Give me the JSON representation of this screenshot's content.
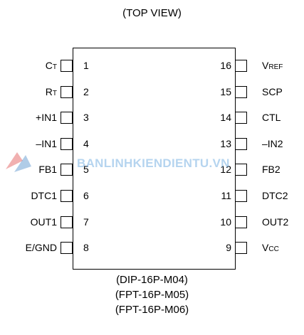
{
  "header": {
    "view": "(TOP VIEW)"
  },
  "pins_left": [
    {
      "num": "1",
      "name": "C",
      "sub": "T"
    },
    {
      "num": "2",
      "name": "R",
      "sub": "T"
    },
    {
      "num": "3",
      "name": "+IN1",
      "sub": ""
    },
    {
      "num": "4",
      "name": "–IN1",
      "sub": ""
    },
    {
      "num": "5",
      "name": "FB1",
      "sub": ""
    },
    {
      "num": "6",
      "name": "DTC1",
      "sub": ""
    },
    {
      "num": "7",
      "name": "OUT1",
      "sub": ""
    },
    {
      "num": "8",
      "name": "E/GND",
      "sub": ""
    }
  ],
  "pins_right": [
    {
      "num": "16",
      "name": "V",
      "sub": "REF"
    },
    {
      "num": "15",
      "name": "SCP",
      "sub": ""
    },
    {
      "num": "14",
      "name": "CTL",
      "sub": ""
    },
    {
      "num": "13",
      "name": "–IN2",
      "sub": ""
    },
    {
      "num": "12",
      "name": "FB2",
      "sub": ""
    },
    {
      "num": "11",
      "name": "DTC2",
      "sub": ""
    },
    {
      "num": "10",
      "name": "OUT2",
      "sub": ""
    },
    {
      "num": "9",
      "name": "V",
      "sub": "CC"
    }
  ],
  "packages": [
    "(DIP-16P-M04)",
    "(FPT-16P-M05)",
    "(FPT-16P-M06)"
  ],
  "watermark": {
    "text": "BANLINHKIENDIENTU.VN"
  },
  "colors": {
    "watermark": "#5aa0dc",
    "logo_red": "#e05050",
    "logo_blue": "#3a7fc4"
  }
}
